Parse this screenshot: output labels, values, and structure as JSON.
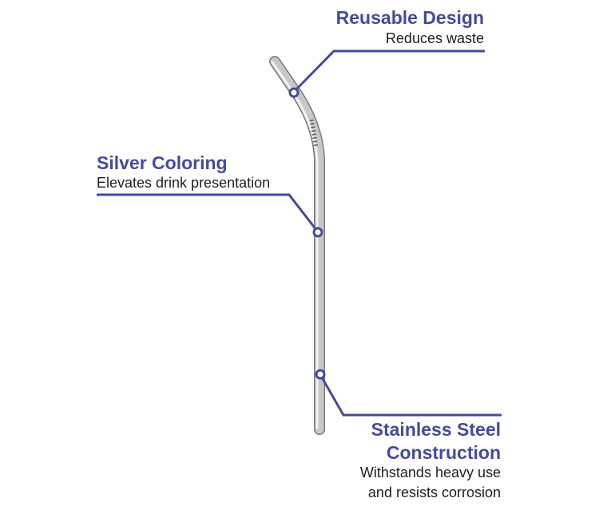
{
  "accent_color": "#454a9a",
  "callouts": [
    {
      "title": "Reusable Design",
      "subtitle": "Reduces waste"
    },
    {
      "title": "Silver Coloring",
      "subtitle": "Elevates drink presentation"
    },
    {
      "title_line1": "Stainless Steel",
      "title_line2": "Construction",
      "subtitle_line1": "Withstands heavy use",
      "subtitle_line2": "and resists corrosion"
    }
  ]
}
